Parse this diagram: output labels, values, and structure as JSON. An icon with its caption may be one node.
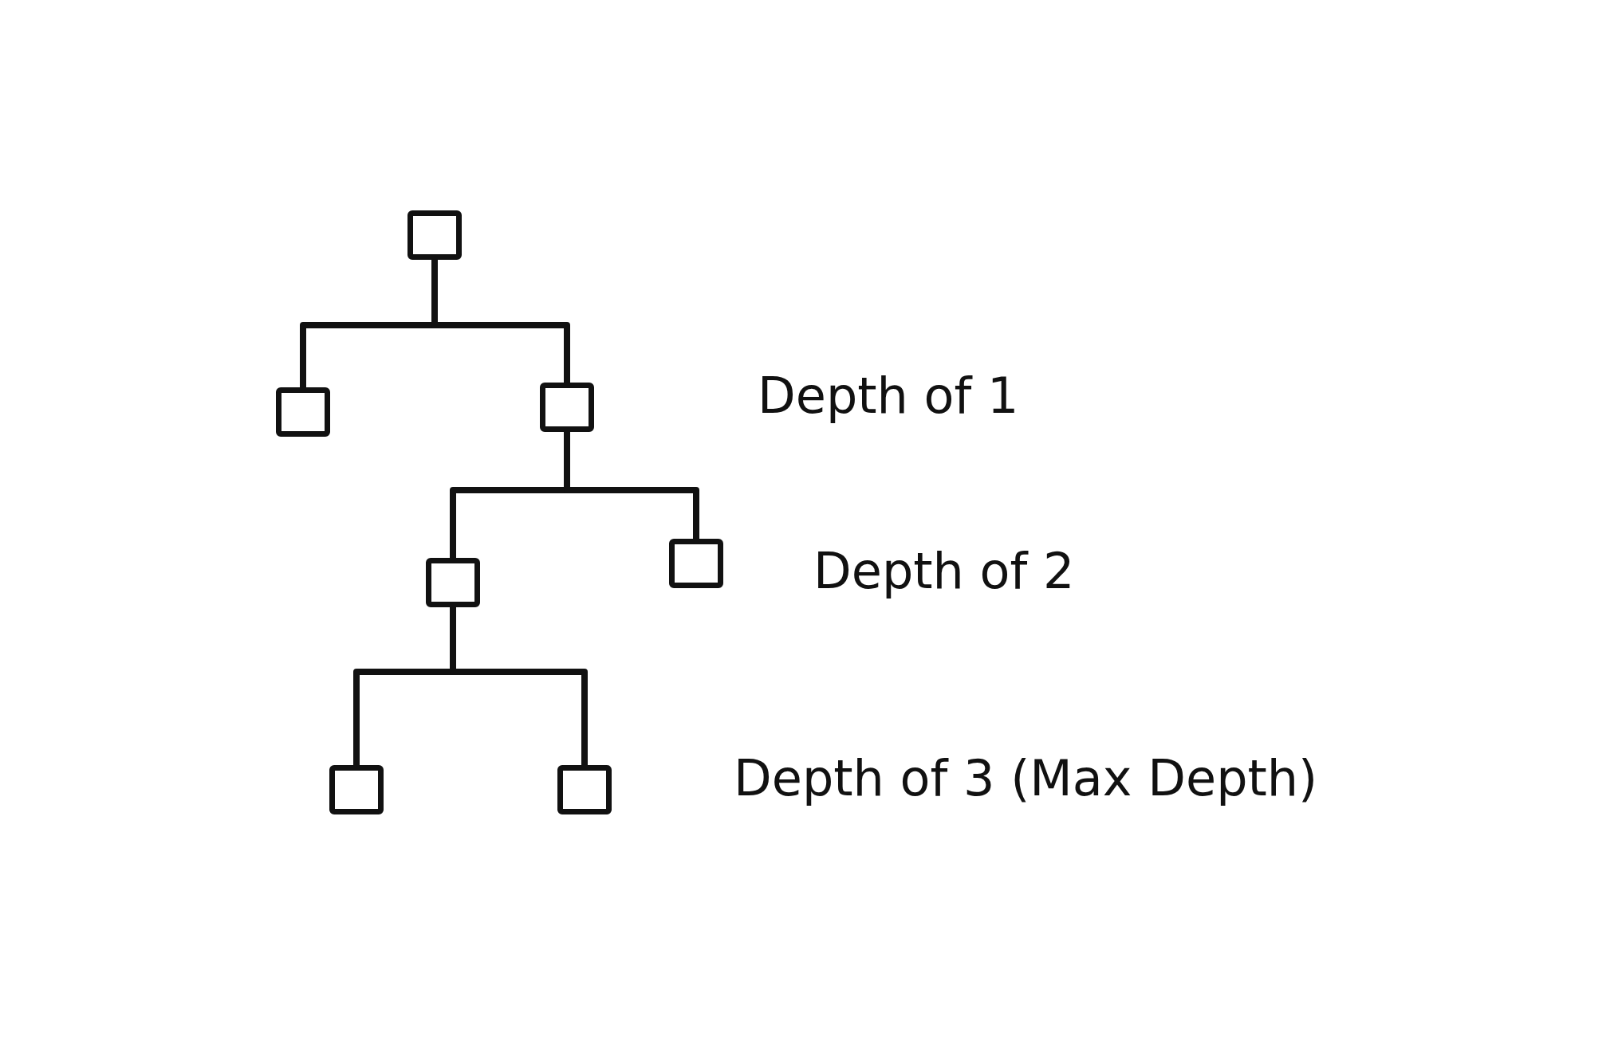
{
  "diagram": {
    "nodes": [
      {
        "text": [],
        "shape": "box"
      },
      {
        "text": [],
        "shape": "box"
      },
      {
        "text": [],
        "shape": "box"
      },
      {
        "text": [],
        "shape": "box"
      },
      {
        "text": [],
        "shape": "box"
      },
      {
        "text": [],
        "shape": "box"
      },
      {
        "text": [],
        "shape": "box"
      }
    ],
    "edges": [
      {
        "from": 0,
        "to": 1,
        "arrow": "none"
      },
      {
        "from": 0,
        "to": 2,
        "arrow": "none"
      },
      {
        "from": 2,
        "to": 3,
        "arrow": "none"
      },
      {
        "from": 2,
        "to": 4,
        "arrow": "none"
      },
      {
        "from": 3,
        "to": 5,
        "arrow": "none"
      },
      {
        "from": 3,
        "to": 6,
        "arrow": "none"
      }
    ],
    "labels": [
      "Depth of 1",
      "Depth of 2",
      "Depth of 3 (Max Depth)"
    ]
  }
}
